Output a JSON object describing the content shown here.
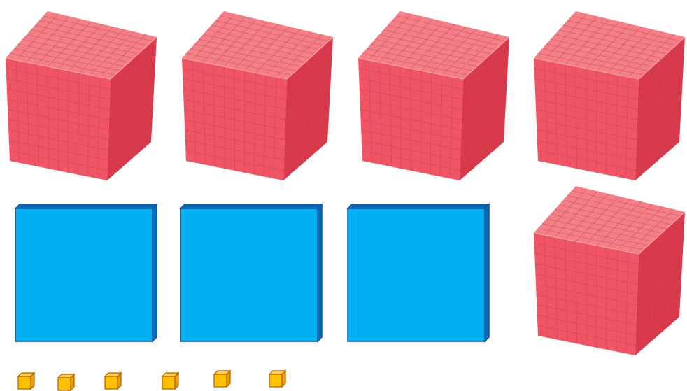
{
  "colors": {
    "background": "#ffffff",
    "thousand_cube_top": "#f37f87",
    "thousand_cube_front": "#ef5564",
    "thousand_cube_side": "#d93a4b",
    "thousand_cube_grid": "#c8364a",
    "hundred_flat_face": "#00b0f0",
    "hundred_flat_edge": "#0070c0",
    "hundred_flat_border": "#1f4e9e",
    "unit_cube_face": "#ffc000",
    "unit_cube_top": "#ffd24d",
    "unit_cube_side": "#e6a000",
    "unit_cube_border": "#b35c00"
  },
  "blocks": {
    "thousand_cubes": {
      "count": 5,
      "icon": "thousand-cube-icon"
    },
    "hundred_flats": {
      "count": 3,
      "icon": "hundred-flat-icon"
    },
    "unit_cubes": {
      "count": 6,
      "icon": "unit-cube-icon"
    }
  }
}
